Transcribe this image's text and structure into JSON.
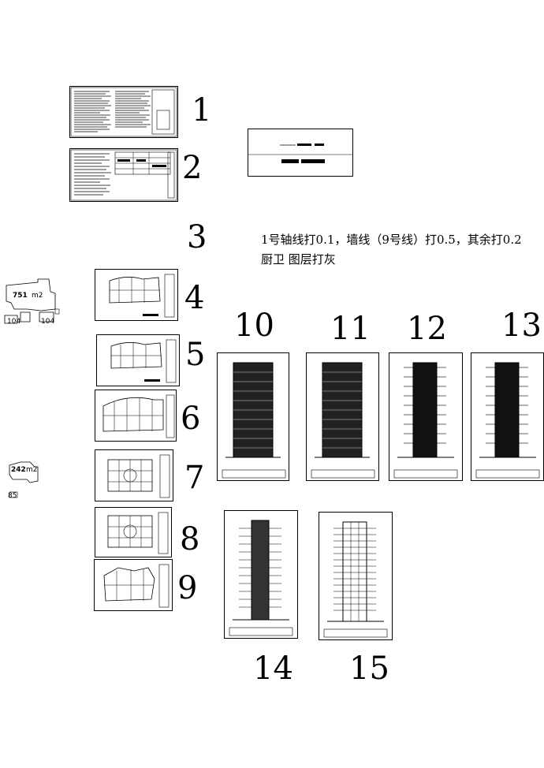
{
  "sheet_numbers": [
    "1",
    "2",
    "3",
    "4",
    "5",
    "6",
    "7",
    "8",
    "9",
    "10",
    "11",
    "12",
    "13",
    "14",
    "15"
  ],
  "notes": {
    "line1": "1号轴线打0.1，墙线（9号线）打0.5，其余打0.2",
    "line2": "厨卫  图层打灰"
  },
  "area_labels": {
    "a1": "751",
    "a1_unit": "m2",
    "a2": "104",
    "a3": "104",
    "a4": "242",
    "a4_unit": "m2",
    "a5": "85"
  },
  "colors": {
    "ink": "#000000",
    "paper": "#ffffff"
  }
}
